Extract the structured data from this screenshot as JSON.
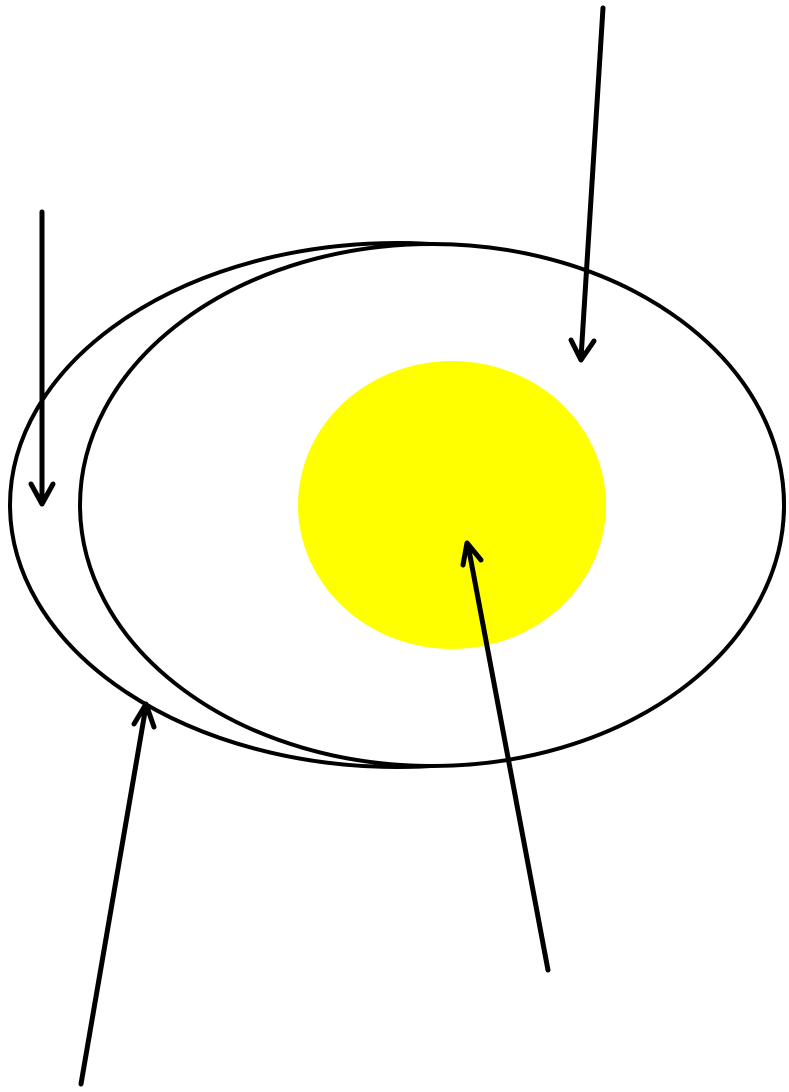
{
  "diagram": {
    "outline_color": "#000000",
    "fill_color": "#ffffff",
    "yolk_color": "#ffff00",
    "arrow_color": "#000000",
    "shapes": [
      {
        "name": "outer-membrane-ellipse"
      },
      {
        "name": "inner-membrane-ellipse"
      },
      {
        "name": "yolk-circle"
      }
    ],
    "arrows": [
      {
        "name": "arrow-outer-membrane",
        "direction": "down"
      },
      {
        "name": "arrow-inner-region",
        "direction": "down"
      },
      {
        "name": "arrow-yolk",
        "direction": "up"
      },
      {
        "name": "arrow-outer-edge",
        "direction": "up"
      }
    ]
  }
}
